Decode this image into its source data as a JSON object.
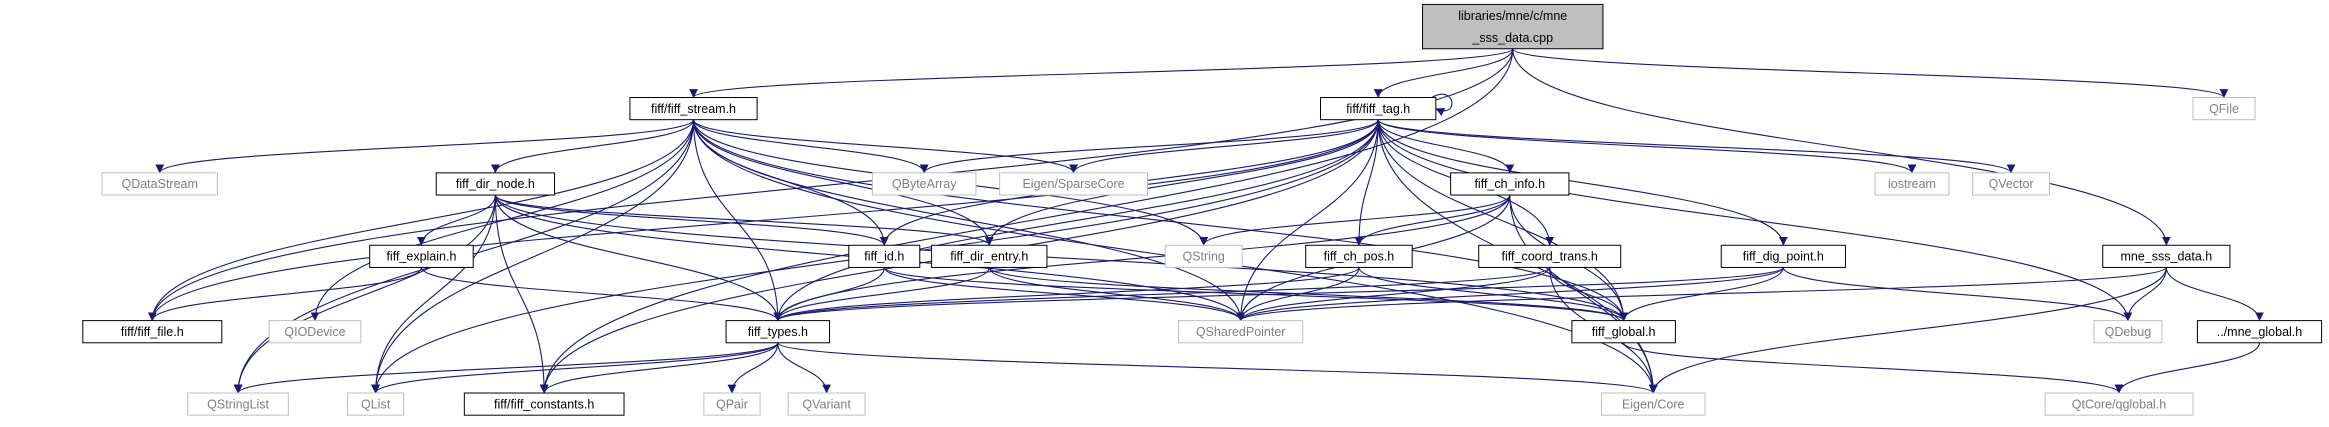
{
  "graph": {
    "colors": {
      "edge": "#191970",
      "source_fill": "#bfbfbf",
      "local_fill": "#ffffff",
      "local_border": "#000000",
      "external_border": "#bfbfbf",
      "external_text": "#808080",
      "local_text": "#000000"
    },
    "nodes": [
      {
        "id": "src",
        "kind": "source",
        "lines": [
          "libraries/mne/c/mne",
          "_sss_data.cpp"
        ]
      },
      {
        "id": "fiff_stream",
        "kind": "local",
        "lines": [
          "fiff/fiff_stream.h"
        ]
      },
      {
        "id": "fiff_tag",
        "kind": "local",
        "lines": [
          "fiff/fiff_tag.h"
        ]
      },
      {
        "id": "qfile",
        "kind": "external",
        "lines": [
          "QFile"
        ]
      },
      {
        "id": "qdatastream",
        "kind": "external",
        "lines": [
          "QDataStream"
        ]
      },
      {
        "id": "fiff_dir_node",
        "kind": "local",
        "lines": [
          "fiff_dir_node.h"
        ]
      },
      {
        "id": "qbytearray",
        "kind": "external",
        "lines": [
          "QByteArray"
        ]
      },
      {
        "id": "eigen_sparse",
        "kind": "external",
        "lines": [
          "Eigen/SparseCore"
        ]
      },
      {
        "id": "fiff_ch_info",
        "kind": "local",
        "lines": [
          "fiff_ch_info.h"
        ]
      },
      {
        "id": "iostream",
        "kind": "external",
        "lines": [
          "iostream"
        ]
      },
      {
        "id": "qvector",
        "kind": "external",
        "lines": [
          "QVector"
        ]
      },
      {
        "id": "fiff_explain",
        "kind": "local",
        "lines": [
          "fiff_explain.h"
        ]
      },
      {
        "id": "fiff_id",
        "kind": "local",
        "lines": [
          "fiff_id.h"
        ]
      },
      {
        "id": "fiff_dir_entry",
        "kind": "local",
        "lines": [
          "fiff_dir_entry.h"
        ]
      },
      {
        "id": "qstring",
        "kind": "external",
        "lines": [
          "QString"
        ]
      },
      {
        "id": "fiff_ch_pos",
        "kind": "local",
        "lines": [
          "fiff_ch_pos.h"
        ]
      },
      {
        "id": "fiff_coord_trans",
        "kind": "local",
        "lines": [
          "fiff_coord_trans.h"
        ]
      },
      {
        "id": "fiff_dig_point",
        "kind": "local",
        "lines": [
          "fiff_dig_point.h"
        ]
      },
      {
        "id": "mne_sss_data_h",
        "kind": "local",
        "lines": [
          "mne_sss_data.h"
        ]
      },
      {
        "id": "fiff_file",
        "kind": "local",
        "lines": [
          "fiff/fiff_file.h"
        ]
      },
      {
        "id": "qiodevice",
        "kind": "external",
        "lines": [
          "QIODevice"
        ]
      },
      {
        "id": "fiff_types",
        "kind": "local",
        "lines": [
          "fiff_types.h"
        ]
      },
      {
        "id": "qsharedpointer",
        "kind": "external",
        "lines": [
          "QSharedPointer"
        ]
      },
      {
        "id": "fiff_global",
        "kind": "local",
        "lines": [
          "fiff_global.h"
        ]
      },
      {
        "id": "qdebug",
        "kind": "external",
        "lines": [
          "QDebug"
        ]
      },
      {
        "id": "mne_global",
        "kind": "local",
        "lines": [
          "../mne_global.h"
        ]
      },
      {
        "id": "qstringlist",
        "kind": "external",
        "lines": [
          "QStringList"
        ]
      },
      {
        "id": "qlist",
        "kind": "external",
        "lines": [
          "QList"
        ]
      },
      {
        "id": "fiff_constants",
        "kind": "local",
        "lines": [
          "fiff/fiff_constants.h"
        ]
      },
      {
        "id": "qpair",
        "kind": "external",
        "lines": [
          "QPair"
        ]
      },
      {
        "id": "qvariant",
        "kind": "external",
        "lines": [
          "QVariant"
        ]
      },
      {
        "id": "eigen_core",
        "kind": "external",
        "lines": [
          "Eigen/Core"
        ]
      },
      {
        "id": "qglobal",
        "kind": "external",
        "lines": [
          "QtCore/qglobal.h"
        ]
      }
    ],
    "edges": [
      [
        "src",
        "fiff_stream"
      ],
      [
        "src",
        "fiff_tag"
      ],
      [
        "src",
        "qfile"
      ],
      [
        "src",
        "mne_sss_data_h"
      ],
      [
        "src",
        "fiff_file"
      ],
      [
        "src",
        "fiff_constants"
      ],
      [
        "fiff_stream",
        "qdatastream"
      ],
      [
        "fiff_stream",
        "fiff_dir_node"
      ],
      [
        "fiff_stream",
        "qbytearray"
      ],
      [
        "fiff_stream",
        "eigen_sparse"
      ],
      [
        "fiff_stream",
        "fiff_id"
      ],
      [
        "fiff_stream",
        "fiff_dir_entry"
      ],
      [
        "fiff_stream",
        "qstring"
      ],
      [
        "fiff_stream",
        "qiodevice"
      ],
      [
        "fiff_stream",
        "fiff_types"
      ],
      [
        "fiff_stream",
        "qsharedpointer"
      ],
      [
        "fiff_stream",
        "fiff_global"
      ],
      [
        "fiff_stream",
        "qstringlist"
      ],
      [
        "fiff_stream",
        "qlist"
      ],
      [
        "fiff_stream",
        "eigen_core"
      ],
      [
        "fiff_stream",
        "fiff_file"
      ],
      [
        "fiff_tag",
        "fiff_tag"
      ],
      [
        "fiff_tag",
        "qbytearray"
      ],
      [
        "fiff_tag",
        "eigen_sparse"
      ],
      [
        "fiff_tag",
        "fiff_ch_info"
      ],
      [
        "fiff_tag",
        "iostream"
      ],
      [
        "fiff_tag",
        "qvector"
      ],
      [
        "fiff_tag",
        "fiff_id"
      ],
      [
        "fiff_tag",
        "fiff_dir_entry"
      ],
      [
        "fiff_tag",
        "fiff_ch_pos"
      ],
      [
        "fiff_tag",
        "fiff_coord_trans"
      ],
      [
        "fiff_tag",
        "fiff_dig_point"
      ],
      [
        "fiff_tag",
        "fiff_types"
      ],
      [
        "fiff_tag",
        "qsharedpointer"
      ],
      [
        "fiff_tag",
        "fiff_global"
      ],
      [
        "fiff_tag",
        "qdebug"
      ],
      [
        "fiff_tag",
        "eigen_core"
      ],
      [
        "fiff_tag",
        "fiff_file"
      ],
      [
        "fiff_tag",
        "qlist"
      ],
      [
        "fiff_tag",
        "fiff_constants"
      ],
      [
        "fiff_dir_node",
        "fiff_explain"
      ],
      [
        "fiff_dir_node",
        "fiff_id"
      ],
      [
        "fiff_dir_node",
        "fiff_dir_entry"
      ],
      [
        "fiff_dir_node",
        "fiff_types"
      ],
      [
        "fiff_dir_node",
        "qsharedpointer"
      ],
      [
        "fiff_dir_node",
        "fiff_global"
      ],
      [
        "fiff_dir_node",
        "qstringlist"
      ],
      [
        "fiff_dir_node",
        "qlist"
      ],
      [
        "fiff_dir_node",
        "fiff_constants"
      ],
      [
        "fiff_explain",
        "fiff_file"
      ],
      [
        "fiff_explain",
        "fiff_types"
      ],
      [
        "fiff_ch_info",
        "qstring"
      ],
      [
        "fiff_ch_info",
        "fiff_ch_pos"
      ],
      [
        "fiff_ch_info",
        "fiff_types"
      ],
      [
        "fiff_ch_info",
        "qsharedpointer"
      ],
      [
        "fiff_ch_info",
        "fiff_global"
      ],
      [
        "fiff_ch_info",
        "eigen_core"
      ],
      [
        "fiff_id",
        "fiff_types"
      ],
      [
        "fiff_id",
        "qsharedpointer"
      ],
      [
        "fiff_id",
        "fiff_global"
      ],
      [
        "fiff_dir_entry",
        "fiff_types"
      ],
      [
        "fiff_dir_entry",
        "qsharedpointer"
      ],
      [
        "fiff_dir_entry",
        "fiff_global"
      ],
      [
        "fiff_ch_pos",
        "fiff_types"
      ],
      [
        "fiff_ch_pos",
        "qsharedpointer"
      ],
      [
        "fiff_ch_pos",
        "fiff_global"
      ],
      [
        "fiff_coord_trans",
        "fiff_types"
      ],
      [
        "fiff_coord_trans",
        "qsharedpointer"
      ],
      [
        "fiff_coord_trans",
        "fiff_global"
      ],
      [
        "fiff_coord_trans",
        "eigen_core"
      ],
      [
        "fiff_dig_point",
        "fiff_types"
      ],
      [
        "fiff_dig_point",
        "qsharedpointer"
      ],
      [
        "fiff_dig_point",
        "fiff_global"
      ],
      [
        "fiff_dig_point",
        "qdebug"
      ],
      [
        "mne_sss_data_h",
        "qdebug"
      ],
      [
        "mne_sss_data_h",
        "mne_global"
      ],
      [
        "mne_sss_data_h",
        "eigen_core"
      ],
      [
        "mne_sss_data_h",
        "qsharedpointer"
      ],
      [
        "fiff_types",
        "qstringlist"
      ],
      [
        "fiff_types",
        "qlist"
      ],
      [
        "fiff_types",
        "fiff_constants"
      ],
      [
        "fiff_types",
        "qpair"
      ],
      [
        "fiff_types",
        "qvariant"
      ],
      [
        "fiff_types",
        "eigen_core"
      ],
      [
        "fiff_global",
        "qglobal"
      ],
      [
        "mne_global",
        "qglobal"
      ]
    ]
  }
}
